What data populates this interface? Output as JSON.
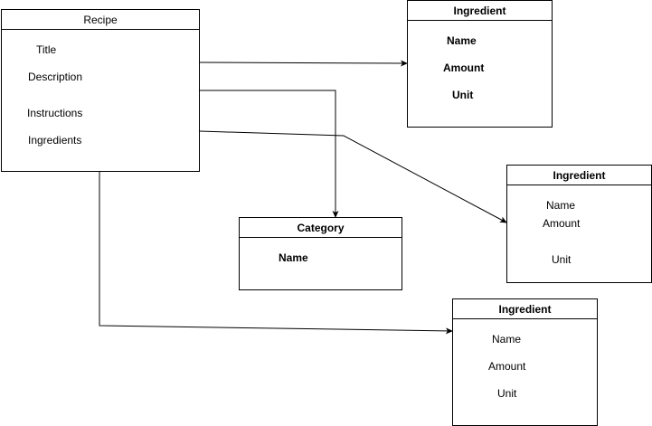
{
  "recipe": {
    "title": "Recipe",
    "fields": [
      "Title",
      "Description",
      "Instructions",
      "Ingredients"
    ]
  },
  "ingredient_top": {
    "title": "Ingredient",
    "fields": [
      "Name",
      "Amount",
      "Unit"
    ]
  },
  "ingredient_right": {
    "title": "Ingredient",
    "fields": [
      "Name",
      "Amount",
      "Unit"
    ]
  },
  "ingredient_bottom": {
    "title": "Ingredient",
    "fields": [
      "Name",
      "Amount",
      "Unit"
    ]
  },
  "category": {
    "title": "Category",
    "fields": [
      "Name"
    ]
  },
  "colors": {
    "stroke": "#000000",
    "background": "#ffffff"
  }
}
